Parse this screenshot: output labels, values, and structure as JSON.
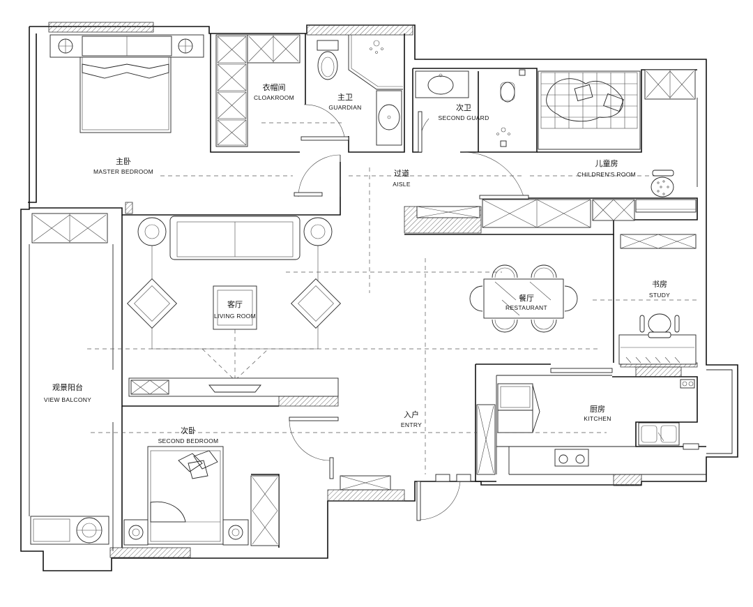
{
  "rooms": {
    "master_bedroom": {
      "cn": "主卧",
      "en": "MASTER BEDROOM"
    },
    "cloakroom": {
      "cn": "衣帽间",
      "en": "CLOAKROOM"
    },
    "master_bath": {
      "cn": "主卫",
      "en": "GUARDIAN"
    },
    "second_bath": {
      "cn": "次卫",
      "en": "SECOND GUARD"
    },
    "childrens_room": {
      "cn": "儿童房",
      "en": "CHILDREN'S ROOM"
    },
    "aisle": {
      "cn": "过道",
      "en": "AISLE"
    },
    "living_room": {
      "cn": "客厅",
      "en": "LIVING ROOM"
    },
    "restaurant": {
      "cn": "餐厅",
      "en": "RESTAURANT"
    },
    "study": {
      "cn": "书房",
      "en": "STUDY"
    },
    "view_balcony": {
      "cn": "观景阳台",
      "en": "VIEW BALCONY"
    },
    "kitchen": {
      "cn": "厨房",
      "en": "KITCHEN"
    },
    "entry": {
      "cn": "入户",
      "en": "ENTRY"
    },
    "second_bedroom": {
      "cn": "次卧",
      "en": "SECOND BEDROOM"
    }
  },
  "colors": {
    "wall": "#111111",
    "background": "#ffffff",
    "hatch": "#333333"
  }
}
